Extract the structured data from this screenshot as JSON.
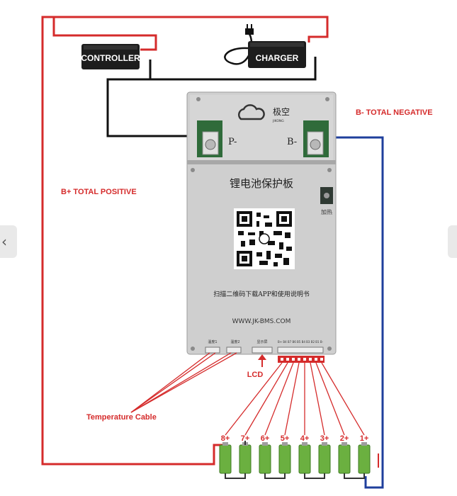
{
  "diagram": {
    "controller_label": "CONTROLLER",
    "charger_label": "CHARGER",
    "b_plus_total_positive": "B+ TOTAL POSITIVE",
    "b_minus_total_negative": "B- TOTAL NEGATIVE",
    "temperature_cable": "Temperature Cable",
    "lcd_label": "LCD",
    "board": {
      "brand_cn": "极空",
      "brand_en": "JIKONG",
      "port_p": "P-",
      "port_b": "B-",
      "title_cn": "锂电池保护板",
      "heating_cn": "加热",
      "scan_text_cn": "扫描二维码下载APP和使用说明书",
      "website": "WWW.JK-BMS.COM",
      "connector_labels": [
        "温度1",
        "温度2",
        "显示屏"
      ],
      "balance_pin_text": "B+ B4 B7 B6 B5 B4 B3 B2 B1 B-"
    },
    "cell_labels": [
      "8+",
      "7+",
      "6+",
      "5+",
      "4+",
      "3+",
      "2+",
      "1+"
    ],
    "colors": {
      "positive_wire": "#d52b2b",
      "negative_wire": "#1f3f9c",
      "signal_wire": "#111111",
      "board": "#c9c9c9",
      "cell": "#6bb040"
    }
  },
  "nav": {
    "prev_icon": "chevron-left-icon",
    "next_icon": "chevron-right-icon"
  }
}
